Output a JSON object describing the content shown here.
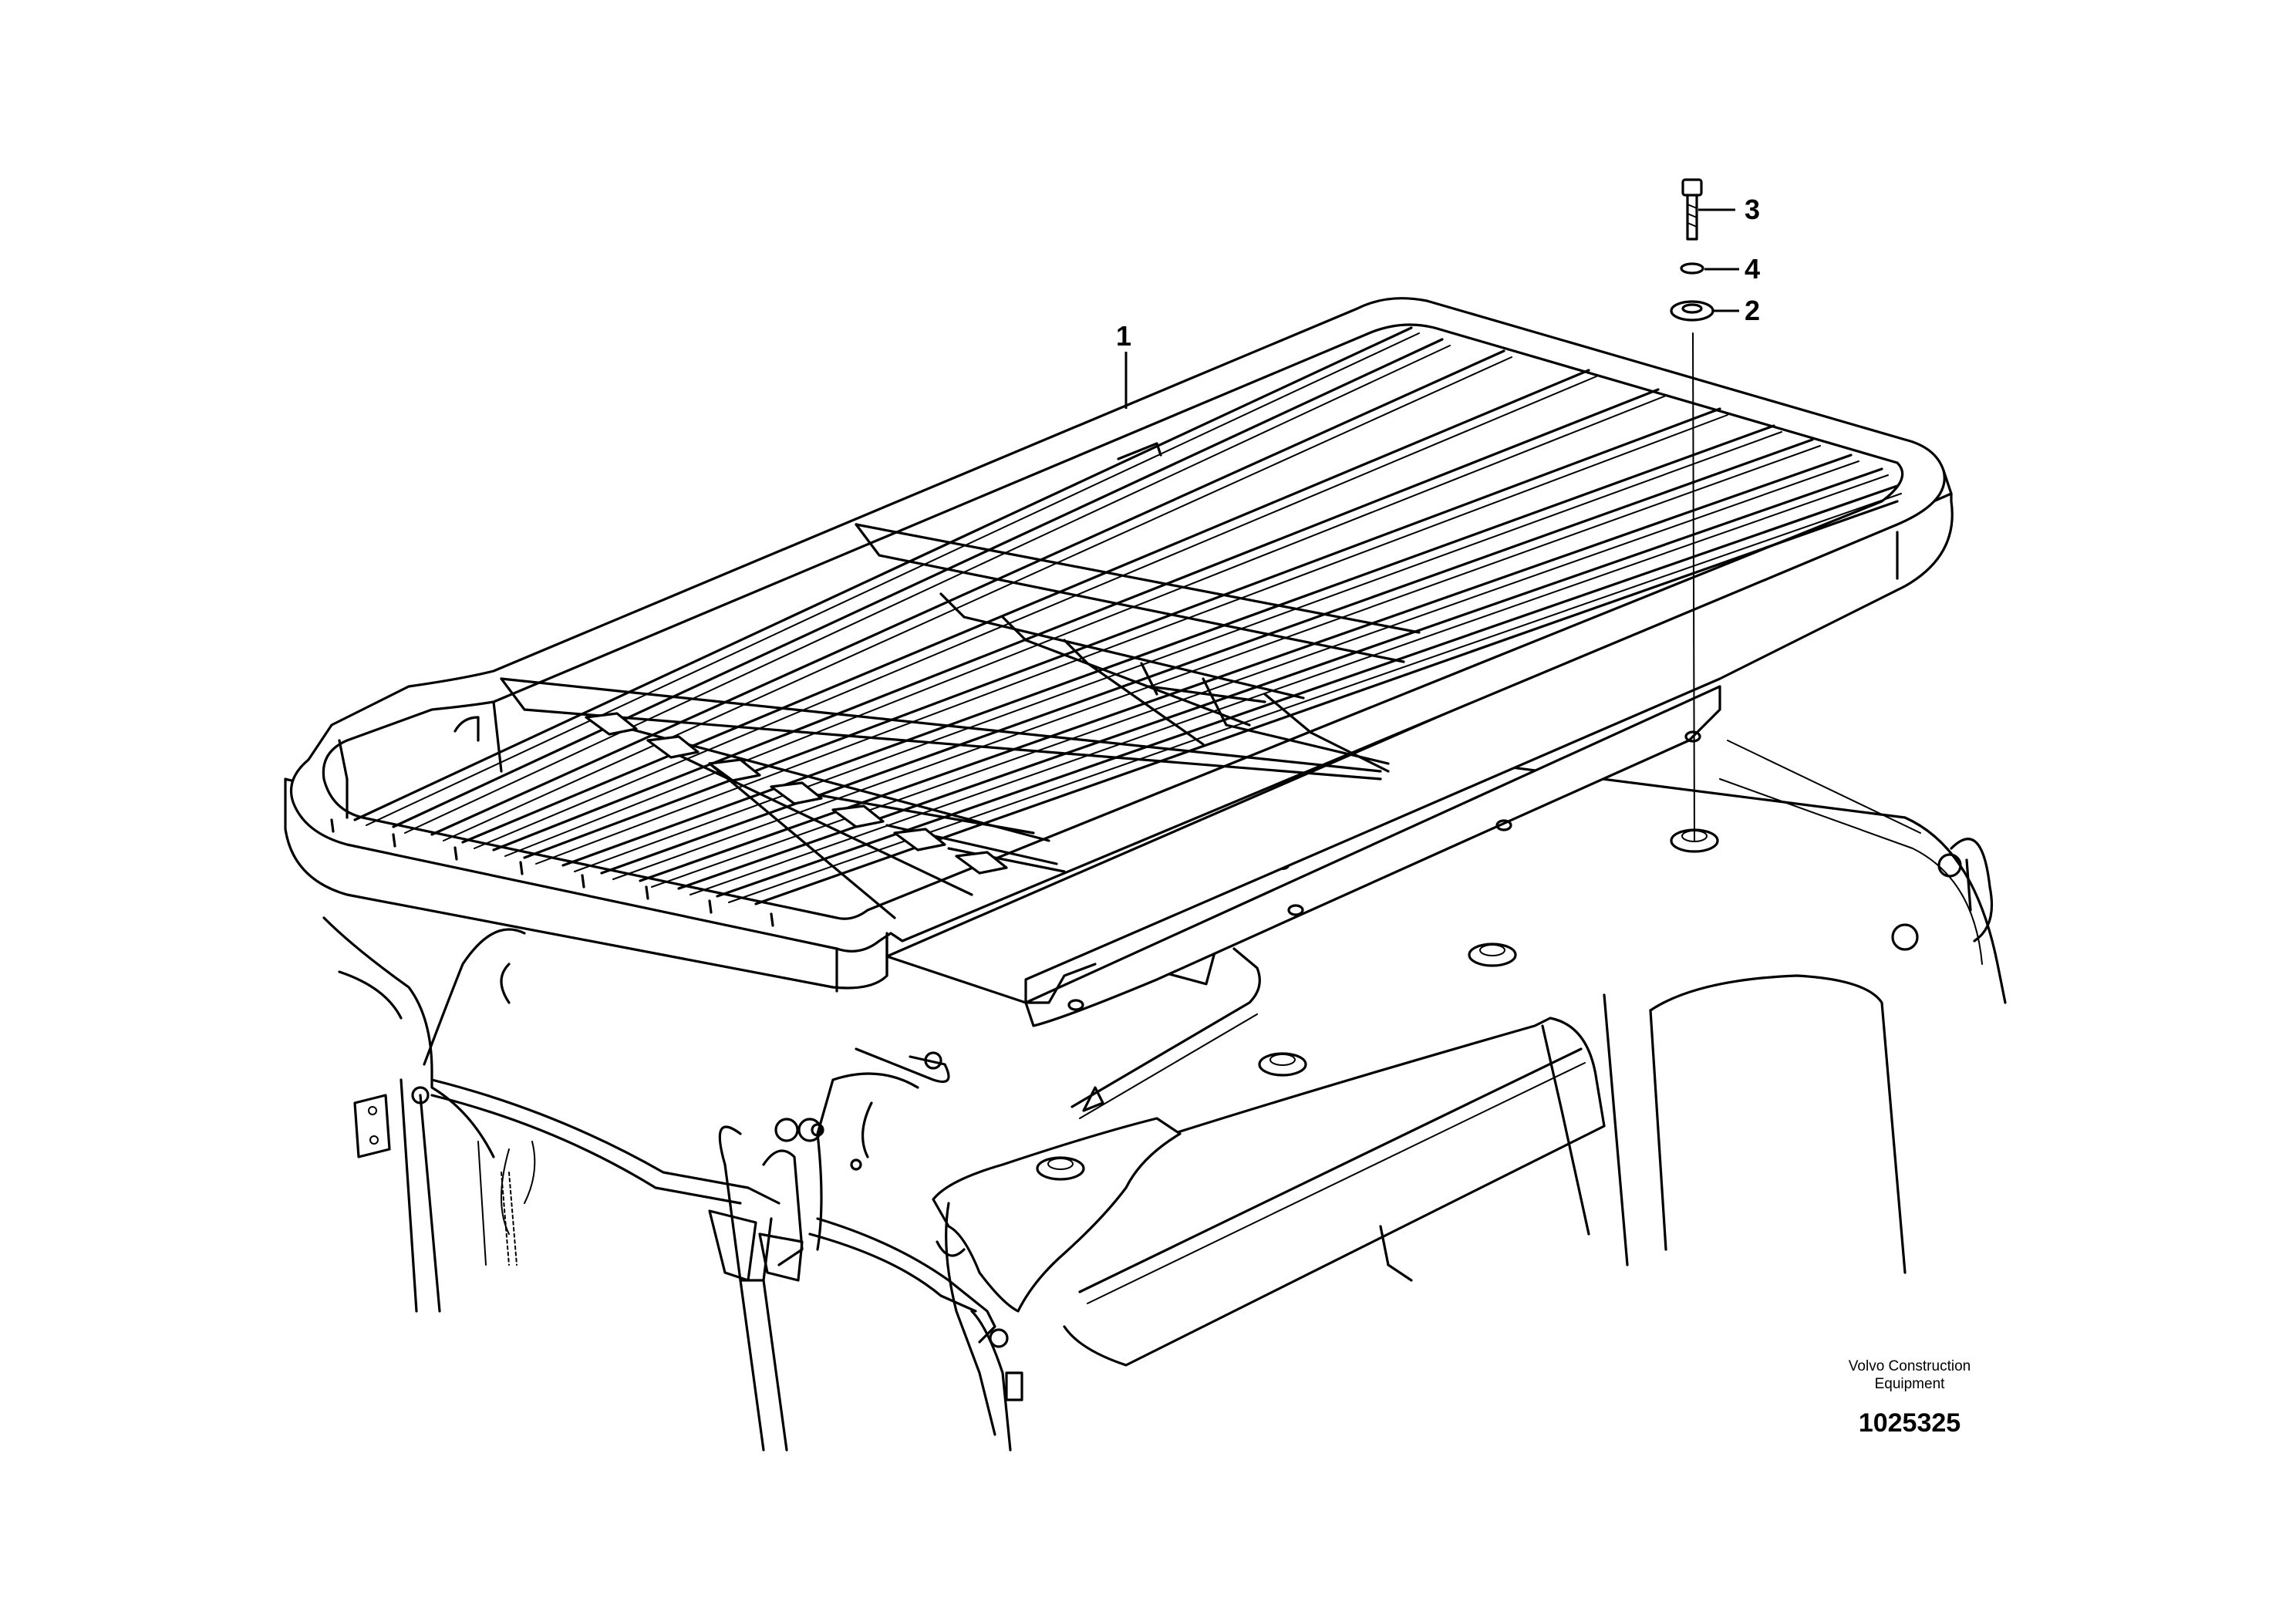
{
  "callouts": [
    {
      "label": "1",
      "part": "roof-rack"
    },
    {
      "label": "2",
      "part": "washer"
    },
    {
      "label": "3",
      "part": "screw"
    },
    {
      "label": "4",
      "part": "lock-washer"
    }
  ],
  "footer": {
    "brand_line1": "Volvo Construction",
    "brand_line2": "Equipment",
    "drawing_number": "1025325"
  },
  "colors": {
    "line": "#000000",
    "background": "#ffffff"
  }
}
